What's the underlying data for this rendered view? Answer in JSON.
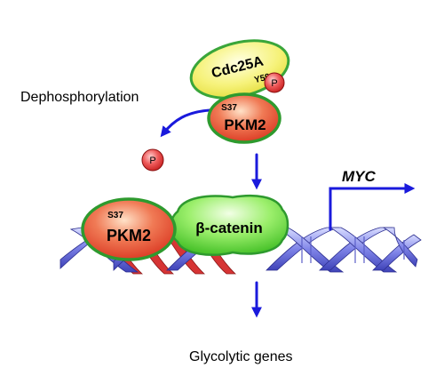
{
  "labels": {
    "dephosphorylation": "Dephosphorylation",
    "cdc25a": "Cdc25A",
    "y59": "Y59",
    "phospho": "P",
    "s37_top": "S37",
    "pkm2_top": "PKM2",
    "s37_dna": "S37",
    "pkm2_dna": "PKM2",
    "beta_catenin": "β-catenin",
    "myc": "MYC",
    "glycolytic_genes": "Glycolytic genes"
  },
  "colors": {
    "arrow": "#1a1adc",
    "pkm2_fill": "#e8513a",
    "pkm2_outline": "#2e9a2e",
    "cdc25a_fill": "#f4f070",
    "catenin_fill": "#7be04d",
    "phospho_fill": "#e84040",
    "dna_blue": "#6b6fd8",
    "dna_red": "#d63434"
  },
  "icons": {
    "arrows": "blue-arrow-icon",
    "phosphate": "phosphate-circle-icon"
  }
}
